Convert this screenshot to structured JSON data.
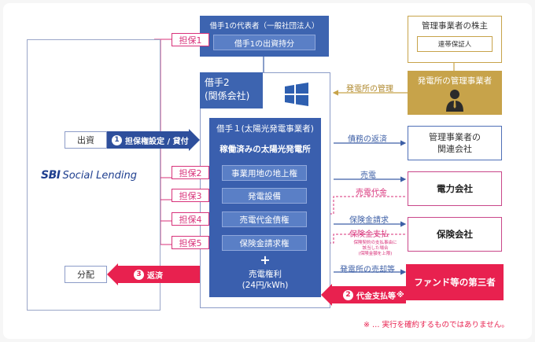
{
  "lender": {
    "logo_text": "SBI",
    "name": "Social Lending",
    "investment": "出資",
    "distribution": "分配"
  },
  "steps": {
    "step1": {
      "num": "1",
      "label": "担保権設定 / 貸付"
    },
    "step2": {
      "num": "2",
      "label": "代金支払等"
    },
    "step3": {
      "num": "3",
      "label": "返済"
    }
  },
  "representative": {
    "title": "借手1の代表者（一般社団法人）",
    "item": "借手1の出資持分",
    "collateral": "担保1"
  },
  "borrower2": {
    "title_line1": "借手2",
    "title_line2": "(関係会社)",
    "icon": "windows-icon"
  },
  "borrower1": {
    "title": "借手１(太陽光発電事業者)",
    "subtitle": "稼働済みの太陽光発電所",
    "items": [
      {
        "tag": "担保2",
        "label": "事業用地の地上権"
      },
      {
        "tag": "担保3",
        "label": "発電設備"
      },
      {
        "tag": "担保4",
        "label": "売電代金債権"
      },
      {
        "tag": "担保5",
        "label": "保険金請求権"
      }
    ],
    "plus": "+",
    "power_right_line1": "売電権利",
    "power_right_line2": "(24円/kWh)"
  },
  "shareholder": {
    "title": "管理事業者の株主",
    "guarantee": "連帯保証人"
  },
  "manager": {
    "title": "発電所の管理事業者",
    "icon": "person-icon"
  },
  "related": {
    "line1": "管理事業者の",
    "line2": "関連会社"
  },
  "power_company": "電力会社",
  "insurance_company": "保険会社",
  "third_party": "ファンド等の第三者",
  "flows": {
    "management": "発電所の管理",
    "debt_repayment": "債務の返済",
    "sell_power": "売電",
    "power_payment": "売電代金",
    "insurance_claim": "保険金請求",
    "insurance_payment": "保険金支払",
    "insurance_note_line1": "保険契約の支払事由に",
    "insurance_note_line2": "該当した場合",
    "insurance_note_line3": "(保険金額を上限)",
    "plant_sale": "発電所の売却等",
    "sale_mark": "※"
  },
  "footnote": "※ … 実行を確約するものではありません。",
  "colors": {
    "navy": "#3d64b0",
    "pink": "#d8327a",
    "gold": "#c7a34a",
    "magenta": "#c9478a",
    "red": "#e8214f"
  }
}
